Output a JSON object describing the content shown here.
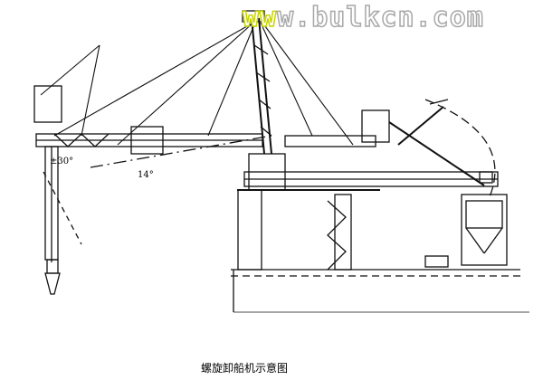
{
  "watermark": {
    "prefix": "ww",
    "rest": "w.bulkcn.com"
  },
  "caption": "螺旋卸船机示意图",
  "annotations": {
    "slew_angle": "±30°",
    "boom_angle": "14°"
  }
}
